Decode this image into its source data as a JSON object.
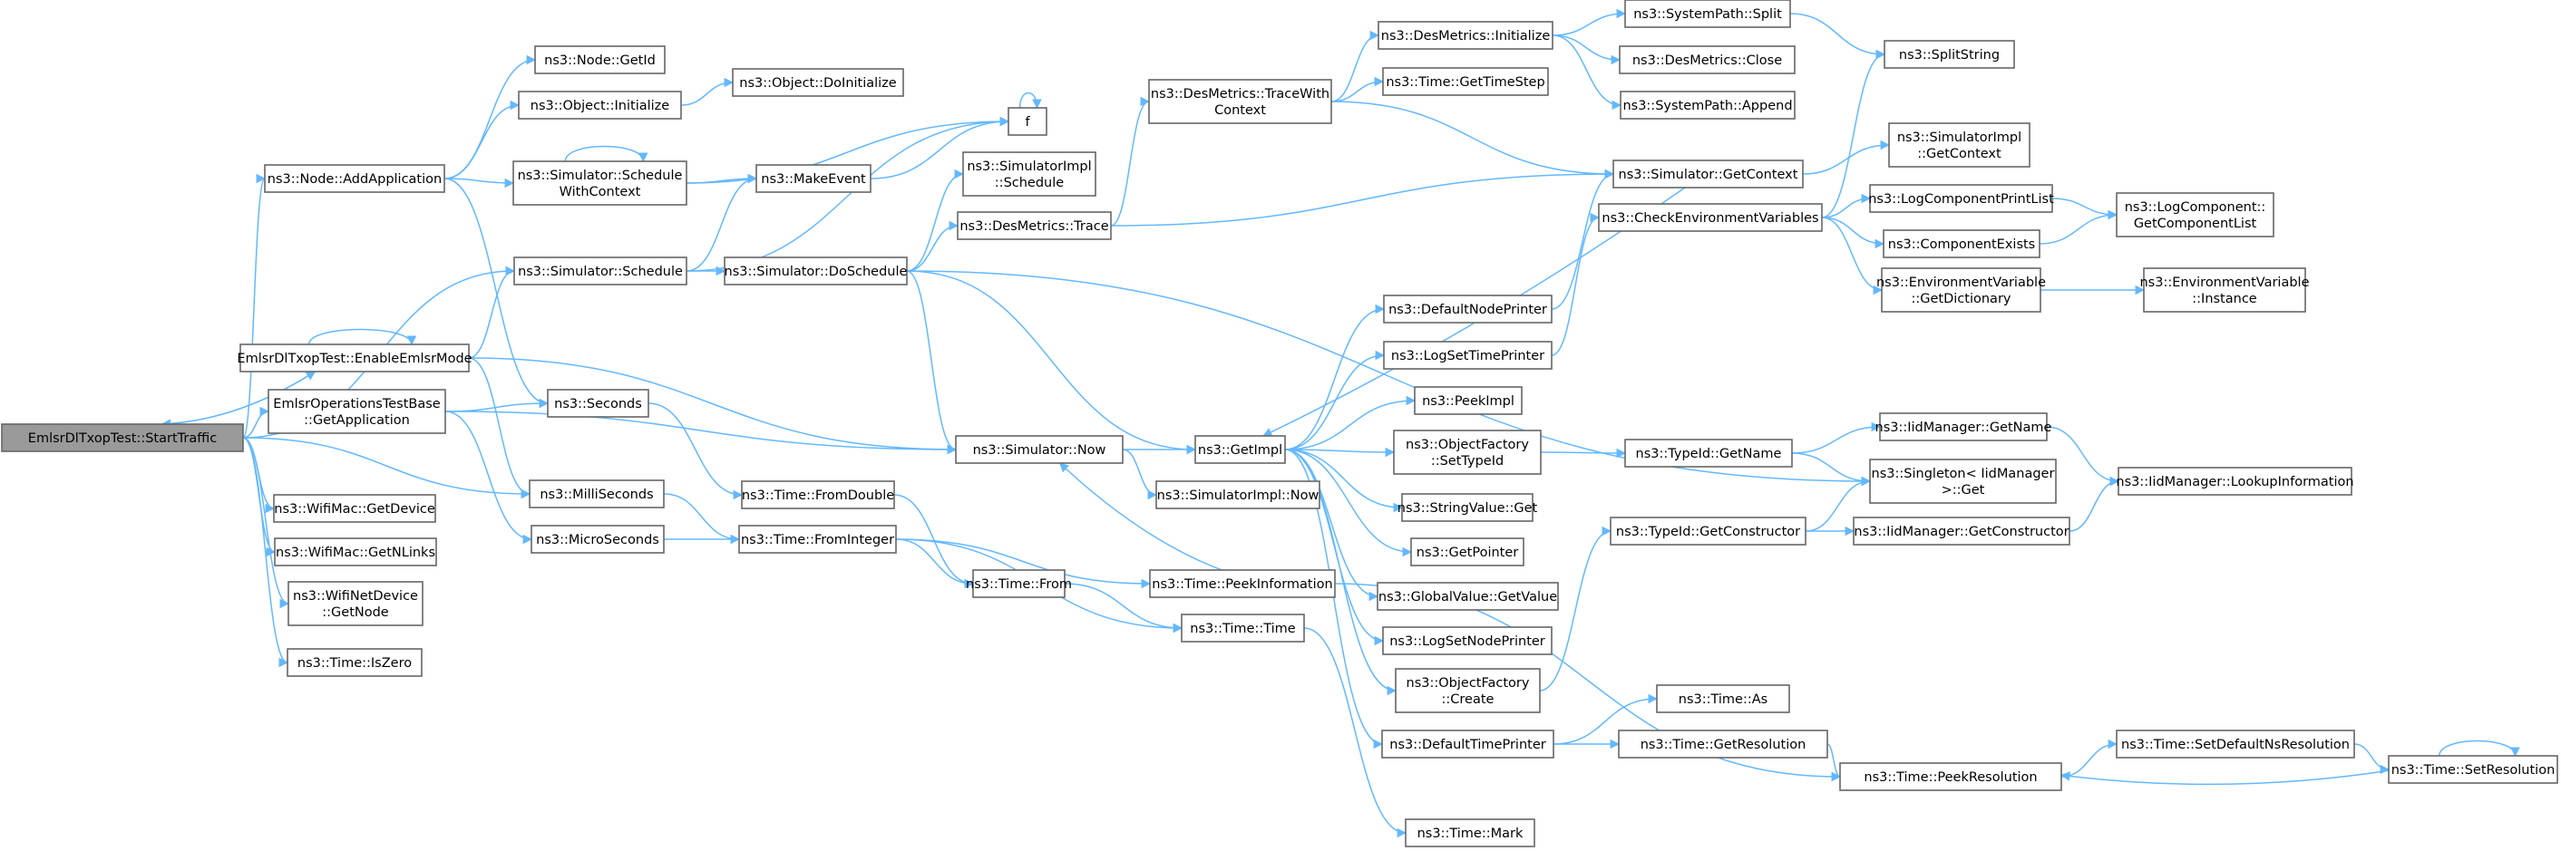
{
  "diagram": {
    "type": "call-graph",
    "root": "EmlsrDlTxopTest::StartTraffic",
    "colors": {
      "edge": "#63b8ff",
      "node_border": "#666666",
      "root_fill": "#9a9a9a"
    },
    "nodes": [
      {
        "id": "start",
        "lines": [
          "EmlsrDlTxopTest::StartTraffic"
        ],
        "root": true
      },
      {
        "id": "addapp",
        "lines": [
          "ns3::Node::AddApplication"
        ]
      },
      {
        "id": "schedule",
        "lines": [
          "ns3::Simulator::Schedule"
        ]
      },
      {
        "id": "enable",
        "lines": [
          "EmlsrDlTxopTest::EnableEmlsrMode"
        ]
      },
      {
        "id": "getapp",
        "lines": [
          "EmlsrOperationsTestBase",
          "::GetApplication"
        ]
      },
      {
        "id": "milli",
        "lines": [
          "ns3::MilliSeconds"
        ]
      },
      {
        "id": "getdevice",
        "lines": [
          "ns3::WifiMac::GetDevice"
        ]
      },
      {
        "id": "getnlinks",
        "lines": [
          "ns3::WifiMac::GetNLinks"
        ]
      },
      {
        "id": "getnode",
        "lines": [
          "ns3::WifiNetDevice",
          "::GetNode"
        ]
      },
      {
        "id": "iszero",
        "lines": [
          "ns3::Time::IsZero"
        ]
      },
      {
        "id": "getid",
        "lines": [
          "ns3::Node::GetId"
        ]
      },
      {
        "id": "objinit",
        "lines": [
          "ns3::Object::Initialize"
        ]
      },
      {
        "id": "schedctx",
        "lines": [
          "ns3::Simulator::Schedule",
          "WithContext"
        ]
      },
      {
        "id": "seconds",
        "lines": [
          "ns3::Seconds"
        ]
      },
      {
        "id": "micro",
        "lines": [
          "ns3::MicroSeconds"
        ]
      },
      {
        "id": "doinit",
        "lines": [
          "ns3::Object::DoInitialize"
        ]
      },
      {
        "id": "f",
        "lines": [
          "f"
        ]
      },
      {
        "id": "makeevent",
        "lines": [
          "ns3::MakeEvent"
        ]
      },
      {
        "id": "implschedule",
        "lines": [
          "ns3::SimulatorImpl",
          "::Schedule"
        ]
      },
      {
        "id": "doschedule",
        "lines": [
          "ns3::Simulator::DoSchedule"
        ]
      },
      {
        "id": "now",
        "lines": [
          "ns3::Simulator::Now"
        ]
      },
      {
        "id": "fromdouble",
        "lines": [
          "ns3::Time::FromDouble"
        ]
      },
      {
        "id": "frominteger",
        "lines": [
          "ns3::Time::FromInteger"
        ]
      },
      {
        "id": "from",
        "lines": [
          "ns3::Time::From"
        ]
      },
      {
        "id": "destrace",
        "lines": [
          "ns3::DesMetrics::Trace"
        ]
      },
      {
        "id": "destracectx",
        "lines": [
          "ns3::DesMetrics::TraceWith",
          "Context"
        ]
      },
      {
        "id": "desinit",
        "lines": [
          "ns3::DesMetrics::Initialize"
        ]
      },
      {
        "id": "gettimestep",
        "lines": [
          "ns3::Time::GetTimeStep"
        ]
      },
      {
        "id": "getimpl",
        "lines": [
          "ns3::GetImpl"
        ]
      },
      {
        "id": "implnow",
        "lines": [
          "ns3::SimulatorImpl::Now"
        ]
      },
      {
        "id": "peekinfo",
        "lines": [
          "ns3::Time::PeekInformation"
        ]
      },
      {
        "id": "timector",
        "lines": [
          "ns3::Time::Time"
        ]
      },
      {
        "id": "mark",
        "lines": [
          "ns3::Time::Mark"
        ]
      },
      {
        "id": "split",
        "lines": [
          "ns3::SystemPath::Split"
        ]
      },
      {
        "id": "desclose",
        "lines": [
          "ns3::DesMetrics::Close"
        ]
      },
      {
        "id": "append",
        "lines": [
          "ns3::SystemPath::Append"
        ]
      },
      {
        "id": "splitstring",
        "lines": [
          "ns3::SplitString"
        ]
      },
      {
        "id": "simgetctx",
        "lines": [
          "ns3::Simulator::GetContext"
        ]
      },
      {
        "id": "implgetctx",
        "lines": [
          "ns3::SimulatorImpl",
          "::GetContext"
        ]
      },
      {
        "id": "checkenv",
        "lines": [
          "ns3::CheckEnvironmentVariables"
        ]
      },
      {
        "id": "defnodeprinter",
        "lines": [
          "ns3::DefaultNodePrinter"
        ]
      },
      {
        "id": "logsettime",
        "lines": [
          "ns3::LogSetTimePrinter"
        ]
      },
      {
        "id": "peekimpl",
        "lines": [
          "ns3::PeekImpl"
        ]
      },
      {
        "id": "settypeid",
        "lines": [
          "ns3::ObjectFactory",
          "::SetTypeId"
        ]
      },
      {
        "id": "stringget",
        "lines": [
          "ns3::StringValue::Get"
        ]
      },
      {
        "id": "getpointer",
        "lines": [
          "ns3::GetPointer"
        ]
      },
      {
        "id": "globalget",
        "lines": [
          "ns3::GlobalValue::GetValue"
        ]
      },
      {
        "id": "logsetnode",
        "lines": [
          "ns3::LogSetNodePrinter"
        ]
      },
      {
        "id": "factorycreate",
        "lines": [
          "ns3::ObjectFactory",
          "::Create"
        ]
      },
      {
        "id": "deftimeprinter",
        "lines": [
          "ns3::DefaultTimePrinter"
        ]
      },
      {
        "id": "timeas",
        "lines": [
          "ns3::Time::As"
        ]
      },
      {
        "id": "getres",
        "lines": [
          "ns3::Time::GetResolution"
        ]
      },
      {
        "id": "peekres",
        "lines": [
          "ns3::Time::PeekResolution"
        ]
      },
      {
        "id": "getname",
        "lines": [
          "ns3::TypeId::GetName"
        ]
      },
      {
        "id": "getctor",
        "lines": [
          "ns3::TypeId::GetConstructor"
        ]
      },
      {
        "id": "iidgetname",
        "lines": [
          "ns3::IidManager::GetName"
        ]
      },
      {
        "id": "singleton",
        "lines": [
          "ns3::Singleton< IidManager",
          ">::Get"
        ]
      },
      {
        "id": "iidgetctor",
        "lines": [
          "ns3::IidManager::GetConstructor"
        ]
      },
      {
        "id": "lookup",
        "lines": [
          "ns3::IidManager::LookupInformation"
        ]
      },
      {
        "id": "logprintlist",
        "lines": [
          "ns3::LogComponentPrintList"
        ]
      },
      {
        "id": "compexists",
        "lines": [
          "ns3::ComponentExists"
        ]
      },
      {
        "id": "envdict",
        "lines": [
          "ns3::EnvironmentVariable",
          "::GetDictionary"
        ]
      },
      {
        "id": "logcomplist",
        "lines": [
          "ns3::LogComponent::",
          "GetComponentList"
        ]
      },
      {
        "id": "envinstance",
        "lines": [
          "ns3::EnvironmentVariable",
          "::Instance"
        ]
      },
      {
        "id": "setdefres",
        "lines": [
          "ns3::Time::SetDefaultNsResolution"
        ]
      },
      {
        "id": "setres",
        "lines": [
          "ns3::Time::SetResolution"
        ]
      }
    ],
    "edges": [
      [
        "start",
        "addapp"
      ],
      [
        "start",
        "schedule"
      ],
      [
        "start",
        "enable"
      ],
      [
        "start",
        "getapp"
      ],
      [
        "start",
        "milli"
      ],
      [
        "start",
        "getdevice"
      ],
      [
        "start",
        "getnlinks"
      ],
      [
        "start",
        "getnode"
      ],
      [
        "start",
        "iszero"
      ],
      [
        "addapp",
        "getid"
      ],
      [
        "addapp",
        "objinit"
      ],
      [
        "addapp",
        "schedctx"
      ],
      [
        "addapp",
        "seconds"
      ],
      [
        "objinit",
        "doinit"
      ],
      [
        "schedctx",
        "schedctx"
      ],
      [
        "schedctx",
        "f"
      ],
      [
        "schedctx",
        "makeevent"
      ],
      [
        "schedule",
        "makeevent"
      ],
      [
        "schedule",
        "f"
      ],
      [
        "schedule",
        "doschedule"
      ],
      [
        "enable",
        "enable"
      ],
      [
        "enable",
        "schedule"
      ],
      [
        "enable",
        "milli"
      ],
      [
        "enable",
        "now"
      ],
      [
        "enable",
        "start"
      ],
      [
        "getapp",
        "seconds"
      ],
      [
        "getapp",
        "micro"
      ],
      [
        "getapp",
        "now"
      ],
      [
        "seconds",
        "fromdouble"
      ],
      [
        "milli",
        "frominteger"
      ],
      [
        "micro",
        "frominteger"
      ],
      [
        "f",
        "f"
      ],
      [
        "makeevent",
        "f"
      ],
      [
        "doschedule",
        "implschedule"
      ],
      [
        "doschedule",
        "destrace"
      ],
      [
        "doschedule",
        "now"
      ],
      [
        "doschedule",
        "getimpl"
      ],
      [
        "doschedule",
        "singleton"
      ],
      [
        "now",
        "getimpl"
      ],
      [
        "now",
        "implnow"
      ],
      [
        "fromdouble",
        "from"
      ],
      [
        "frominteger",
        "from"
      ],
      [
        "frominteger",
        "peekinfo"
      ],
      [
        "frominteger",
        "timector"
      ],
      [
        "from",
        "timector"
      ],
      [
        "destrace",
        "destracectx"
      ],
      [
        "destrace",
        "simgetctx"
      ],
      [
        "destracectx",
        "desinit"
      ],
      [
        "destracectx",
        "gettimestep"
      ],
      [
        "destracectx",
        "simgetctx"
      ],
      [
        "desinit",
        "split"
      ],
      [
        "desinit",
        "desclose"
      ],
      [
        "desinit",
        "append"
      ],
      [
        "split",
        "splitstring"
      ],
      [
        "simgetctx",
        "implgetctx"
      ],
      [
        "simgetctx",
        "getimpl"
      ],
      [
        "getimpl",
        "defnodeprinter"
      ],
      [
        "getimpl",
        "logsettime"
      ],
      [
        "getimpl",
        "peekimpl"
      ],
      [
        "getimpl",
        "settypeid"
      ],
      [
        "getimpl",
        "stringget"
      ],
      [
        "getimpl",
        "getpointer"
      ],
      [
        "getimpl",
        "globalget"
      ],
      [
        "getimpl",
        "logsetnode"
      ],
      [
        "getimpl",
        "factorycreate"
      ],
      [
        "getimpl",
        "deftimeprinter"
      ],
      [
        "defnodeprinter",
        "simgetctx"
      ],
      [
        "logsettime",
        "checkenv"
      ],
      [
        "checkenv",
        "splitstring"
      ],
      [
        "checkenv",
        "logprintlist"
      ],
      [
        "checkenv",
        "compexists"
      ],
      [
        "checkenv",
        "envdict"
      ],
      [
        "logprintlist",
        "logcomplist"
      ],
      [
        "compexists",
        "logcomplist"
      ],
      [
        "envdict",
        "envinstance"
      ],
      [
        "settypeid",
        "getname"
      ],
      [
        "getname",
        "iidgetname"
      ],
      [
        "getname",
        "singleton"
      ],
      [
        "iidgetname",
        "lookup"
      ],
      [
        "factorycreate",
        "getctor"
      ],
      [
        "getctor",
        "singleton"
      ],
      [
        "getctor",
        "iidgetctor"
      ],
      [
        "iidgetctor",
        "lookup"
      ],
      [
        "peekinfo",
        "peekres"
      ],
      [
        "peekinfo",
        "now"
      ],
      [
        "timector",
        "mark"
      ],
      [
        "deftimeprinter",
        "timeas"
      ],
      [
        "deftimeprinter",
        "getres"
      ],
      [
        "getres",
        "peekres"
      ],
      [
        "peekres",
        "setdefres"
      ],
      [
        "setdefres",
        "setres"
      ],
      [
        "setres",
        "setres"
      ],
      [
        "setres",
        "peekres"
      ]
    ]
  }
}
